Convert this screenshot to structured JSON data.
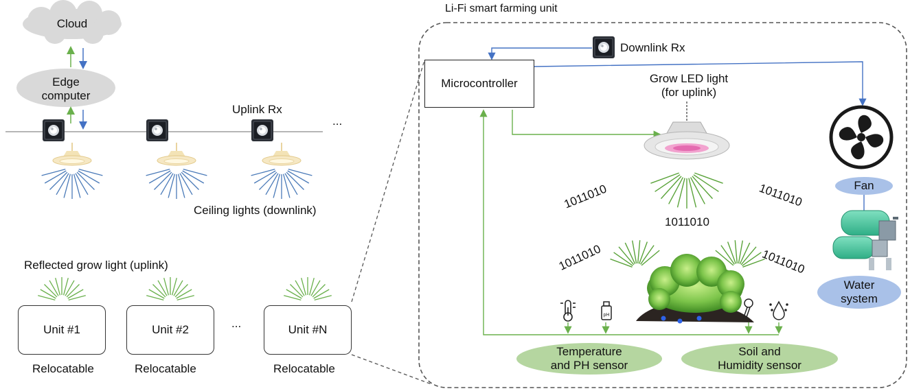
{
  "left": {
    "cloud": "Cloud",
    "edge_computer": "Edge\ncomputer",
    "uplink_rx": "Uplink Rx",
    "ellipsis_top": "...",
    "ceiling_lights": "Ceiling lights (downlink)",
    "reflected": "Reflected grow light (uplink)",
    "units": [
      "Unit #1",
      "Unit #2",
      "Unit #N"
    ],
    "units_ellipsis": "...",
    "relocatable": [
      "Relocatable",
      "Relocatable",
      "Relocatable"
    ]
  },
  "right": {
    "title": "Li-Fi smart farming unit",
    "microcontroller": "Microcontroller",
    "downlink_rx": "Downlink Rx",
    "grow_led": "Grow LED light\n(for uplink)",
    "fan": "Fan",
    "water_system": "Water\nsystem",
    "bits": [
      "1011010",
      "1011010",
      "1011010",
      "1011010",
      "1011010"
    ],
    "temp_sensor": "Temperature\nand PH sensor",
    "soil_sensor": "Soil and\nHumidity sensor",
    "sensor_icons": [
      "thermometer-icon",
      "ph-icon",
      "soil-probe-icon",
      "humidity-icon"
    ]
  },
  "colors": {
    "uplink_arrow": "#6ab04c",
    "downlink_arrow": "#4472c4",
    "sensor_ellipse": "#b5d6a0",
    "actuator_ellipse": "#a9c1e8",
    "cloud": "#d9d9d9",
    "edge": "#d9d9d9",
    "ceiling_light_rays": "#4a7ab8",
    "grow_rays": "#5aa33a",
    "dashed_frame": "#555555"
  }
}
